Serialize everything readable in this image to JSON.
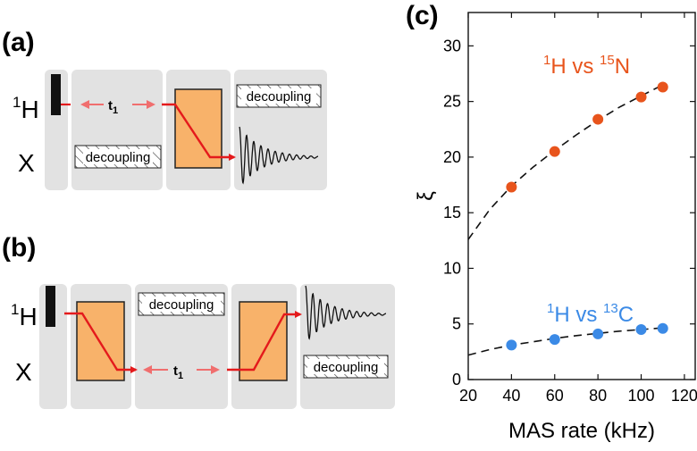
{
  "panels": {
    "a": {
      "label": "(a)",
      "channels": [
        {
          "main": "H",
          "sup": "1"
        },
        {
          "main": "X",
          "sup": ""
        }
      ],
      "t1": {
        "main": "t",
        "sub": "1"
      },
      "decoupling": [
        "decoupling",
        "decoupling"
      ]
    },
    "b": {
      "label": "(b)",
      "channels": [
        {
          "main": "H",
          "sup": "1"
        },
        {
          "main": "X",
          "sup": ""
        }
      ],
      "t1": {
        "main": "t",
        "sub": "1"
      },
      "decoupling": [
        "decoupling",
        "decoupling"
      ]
    },
    "c": {
      "label": "(c)"
    }
  },
  "colors": {
    "block_bg": "#e2e2e2",
    "pulse_fill": "#f8b26a",
    "pulse_arrow": "#e41a1c",
    "t1_arrow": "#f06e6e",
    "series_N": "#e8541c",
    "series_C": "#3b8ae6"
  },
  "chart_data": {
    "type": "scatter",
    "xlabel": "MAS rate (kHz)",
    "ylabel": "ξ",
    "xlim": [
      20,
      125
    ],
    "ylim": [
      0,
      33
    ],
    "xticks": [
      20,
      40,
      60,
      80,
      100,
      120
    ],
    "yticks": [
      0,
      5,
      10,
      15,
      20,
      25,
      30
    ],
    "grid": false,
    "series": [
      {
        "name": "1H vs 15N",
        "label_parts": {
          "sup1": "1",
          "a": "H vs ",
          "sup2": "15",
          "b": "N"
        },
        "color": "#e8541c",
        "x": [
          40,
          60,
          80,
          100,
          110
        ],
        "y": [
          17.3,
          20.5,
          23.4,
          25.4,
          26.3
        ],
        "fit": {
          "x": [
            20,
            30,
            40,
            50,
            60,
            70,
            80,
            90,
            100,
            110
          ],
          "y": [
            12.6,
            15.3,
            17.4,
            19.1,
            20.6,
            22.0,
            23.3,
            24.5,
            25.5,
            26.5
          ]
        }
      },
      {
        "name": "1H vs 13C",
        "label_parts": {
          "sup1": "1",
          "a": "H vs ",
          "sup2": "13",
          "b": "C"
        },
        "color": "#3b8ae6",
        "x": [
          40,
          60,
          80,
          100,
          110
        ],
        "y": [
          3.1,
          3.6,
          4.1,
          4.5,
          4.6
        ],
        "fit": {
          "x": [
            20,
            30,
            40,
            50,
            60,
            70,
            80,
            90,
            100,
            110
          ],
          "y": [
            2.2,
            2.7,
            3.1,
            3.4,
            3.7,
            3.95,
            4.15,
            4.35,
            4.5,
            4.65
          ]
        }
      }
    ]
  }
}
